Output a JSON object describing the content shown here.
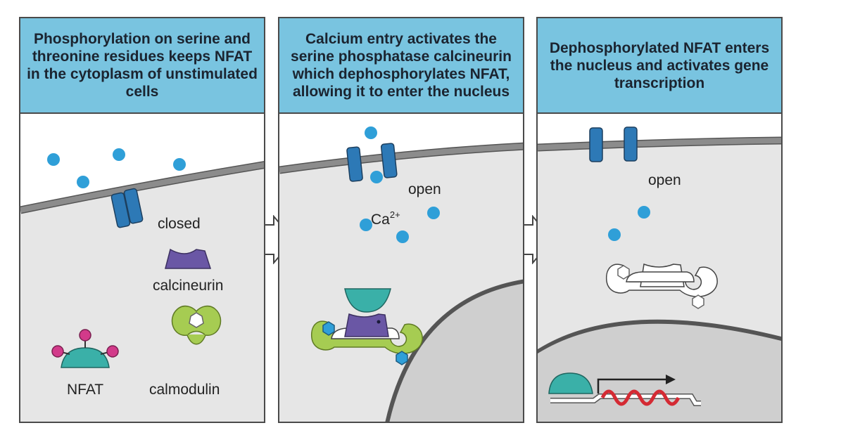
{
  "panels": [
    {
      "header": "Phosphorylation on serine and threonine residues keeps NFAT in the cytoplasm of unstimulated cells",
      "labels": {
        "channel_state": "closed",
        "calcineurin": "calcineurin",
        "nfat": "NFAT",
        "calmodulin": "calmodulin"
      }
    },
    {
      "header": "Calcium entry activates the serine phosphatase calcineurin which dephosphorylates NFAT, allowing it to enter the nucleus",
      "labels": {
        "channel_state": "open",
        "calcium": "Ca",
        "calcium_charge": "2+"
      }
    },
    {
      "header": "Dephosphorylated NFAT enters the nucleus and activates gene transcription",
      "labels": {
        "channel_state": "open"
      }
    }
  ],
  "colors": {
    "header_bg": "#79c4e0",
    "cell_bg": "#e6e6e6",
    "membrane": "#8c8c8c",
    "channel": "#2d79b6",
    "calcium_ion": "#2f9fd8",
    "calcineurin": "#6a57a5",
    "nfat": "#3ab0a8",
    "phosphate": "#d23a8a",
    "calmodulin": "#a6cc52",
    "nucleus": "#cfcfcf",
    "rna": "#d42a33"
  },
  "icons": [
    "calcium-ion-icon",
    "ion-channel-icon",
    "calcineurin-icon",
    "nfat-icon",
    "phosphate-icon",
    "calmodulin-icon",
    "nucleus-icon",
    "transcription-arrow-icon",
    "rna-strand-icon"
  ]
}
